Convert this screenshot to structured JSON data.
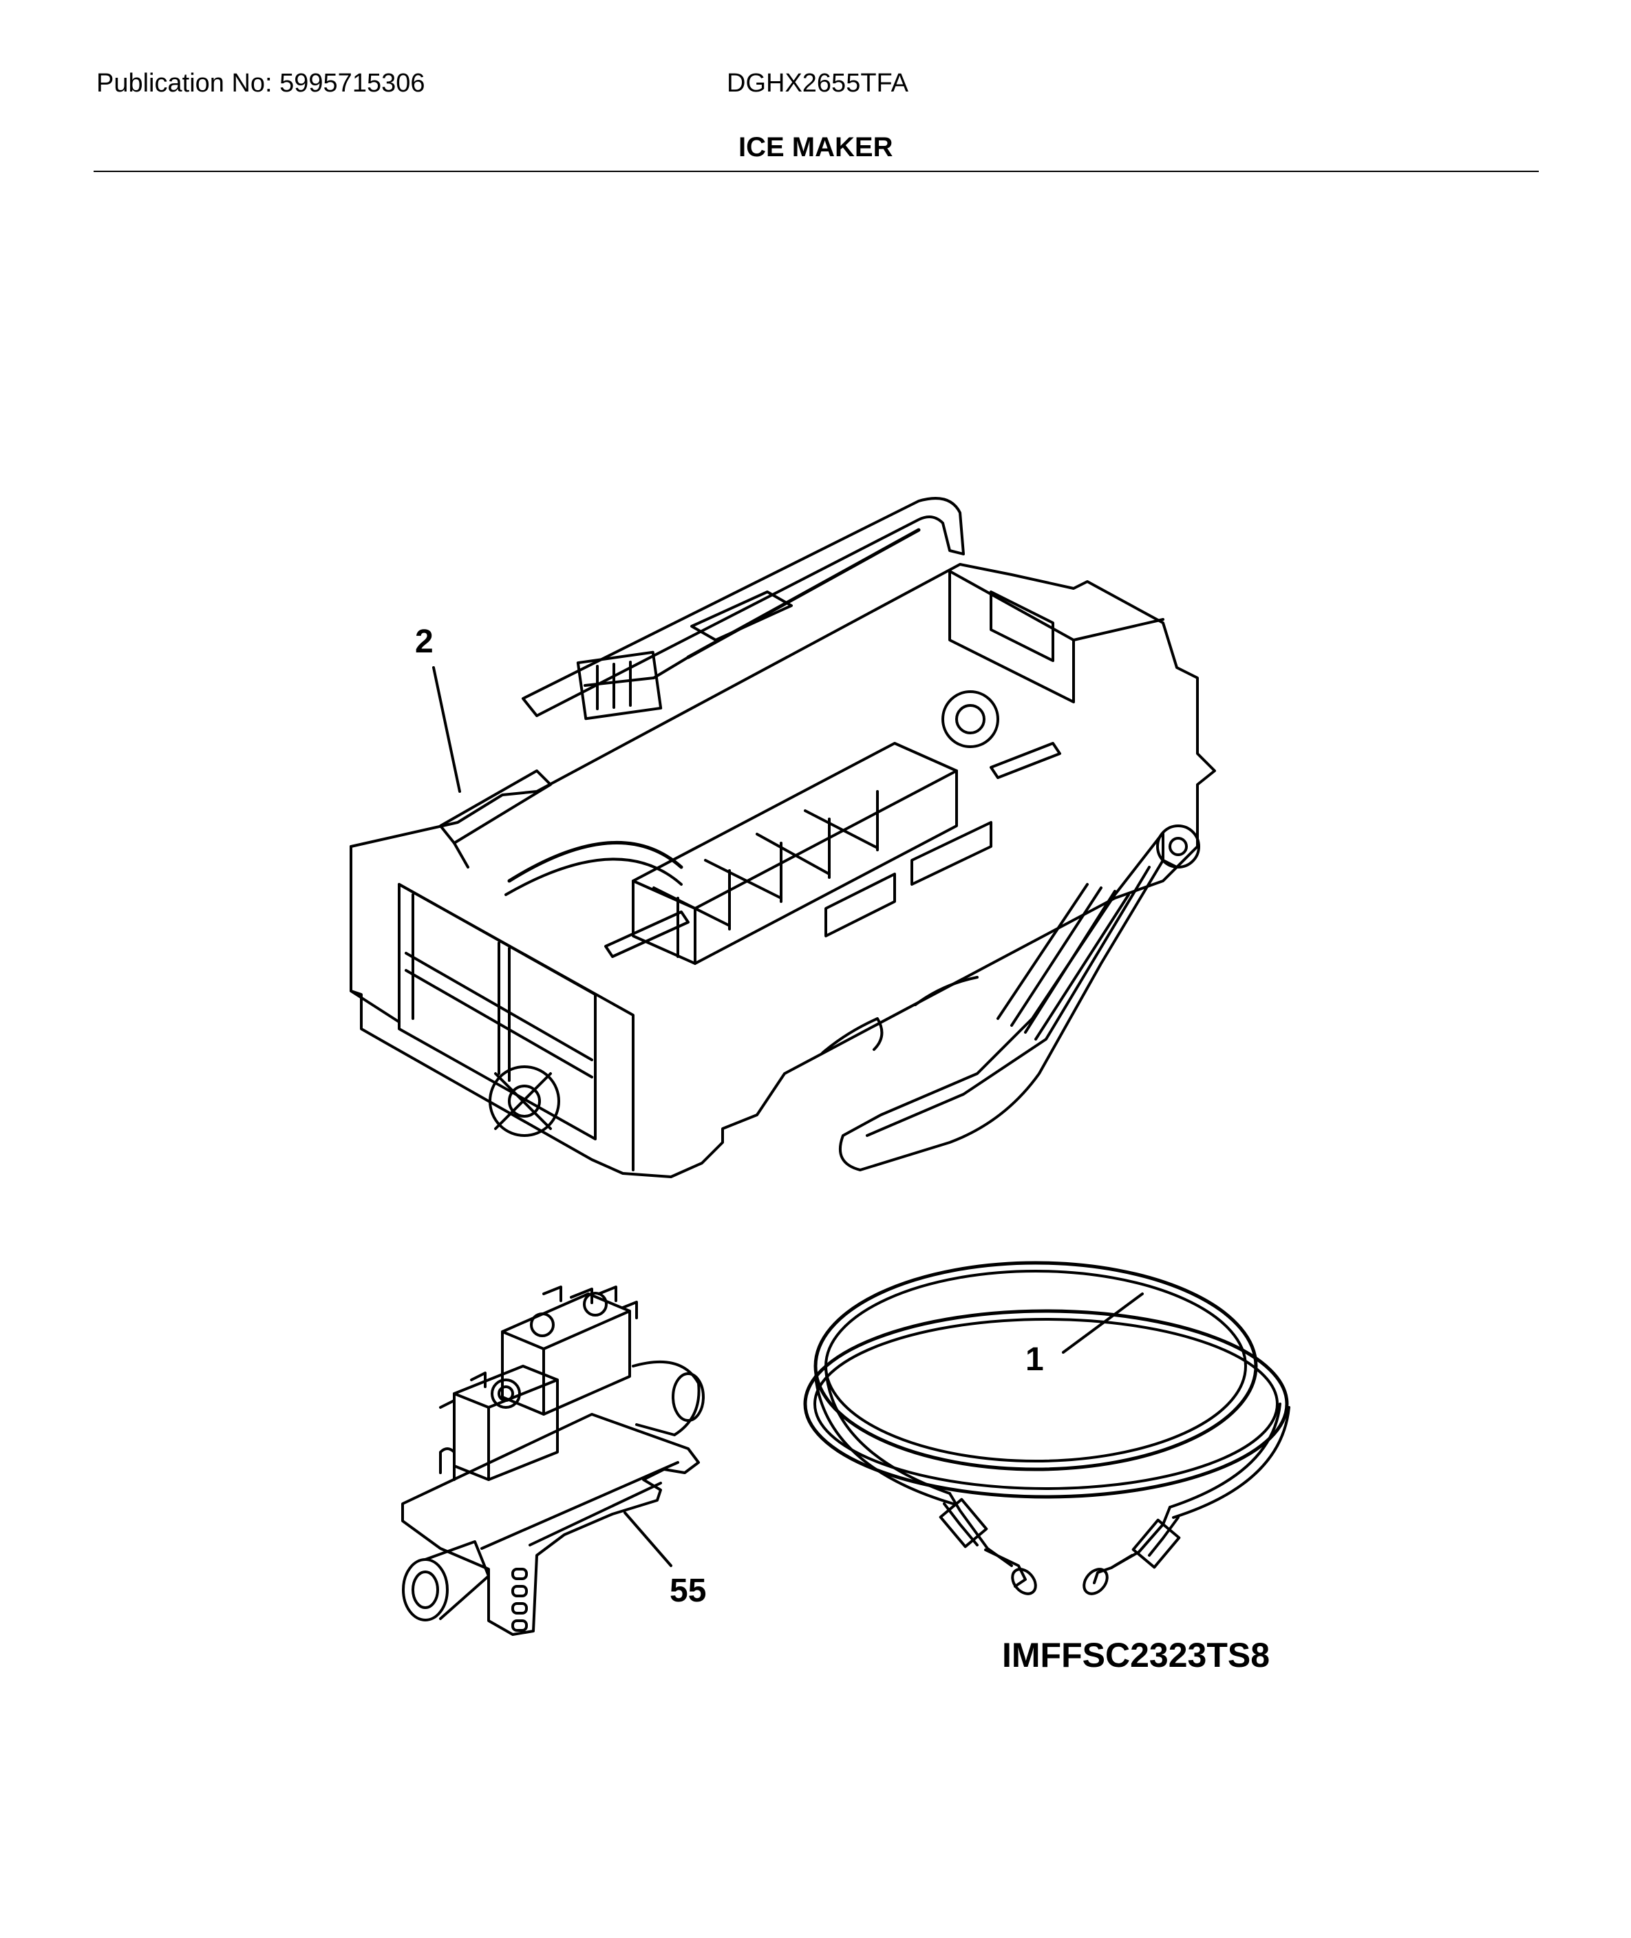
{
  "header": {
    "publication": "Publication No: 5995715306",
    "model": "DGHX2655TFA",
    "title": "ICE MAKER"
  },
  "callouts": {
    "ice_maker": "2",
    "water_line": "1",
    "water_valve": "55"
  },
  "diagram_id": "IMFFSC2323TS8"
}
